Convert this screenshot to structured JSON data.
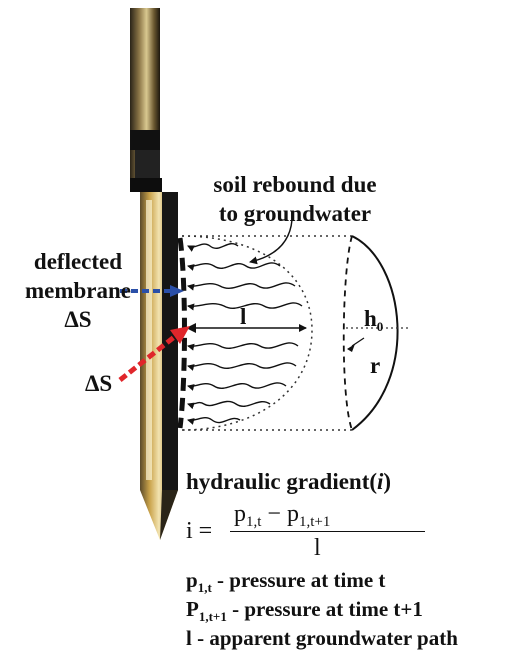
{
  "labels": {
    "soil_rebound_line1": "soil rebound due",
    "soil_rebound_line2": "to groundwater",
    "deflected": "deflected",
    "membrane": "membrane",
    "delta_s_1": "ΔS",
    "delta_s_2": "ΔS",
    "l": "l",
    "h0_main": "h",
    "h0_sub": "0",
    "r": "r",
    "hydraulic_gradient_text": "hydraulic gradient(",
    "hydraulic_gradient_i": "i",
    "hydraulic_gradient_close": ")"
  },
  "formula": {
    "lhs": "i =",
    "num_p1": "p",
    "num_sub1": "1,t",
    "num_minus": " − p",
    "num_sub2": "1,t+1",
    "den": "l"
  },
  "legend": [
    {
      "sym": "p",
      "sub": "1,t",
      "text": " - pressure at time t"
    },
    {
      "sym": "P",
      "sub": "1,t+1",
      "text": " - pressure at time t+1"
    },
    {
      "sym": "l",
      "sub": "",
      "text": " - apparent groundwater path"
    }
  ],
  "colors": {
    "blue_arrow": "#2a4fa8",
    "red_arrow": "#e0262b",
    "probe_gold": "#c9a24a",
    "probe_dark": "#1a1a1a"
  }
}
